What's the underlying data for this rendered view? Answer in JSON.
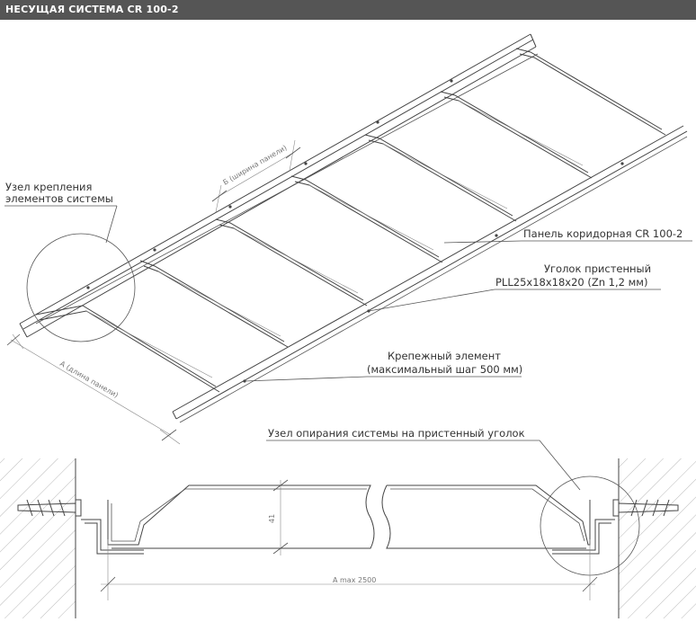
{
  "header": {
    "title": "НЕСУЩАЯ СИСТЕМА CR 100-2"
  },
  "callouts": {
    "node_line1": "Узел крепления",
    "node_line2": "элементов системы",
    "panel": "Панель коридорная CR 100-2",
    "angle_line1": "Уголок пристенный",
    "angle_line2": "PLL25x18x18x20 (Zn 1,2 мм)",
    "fastener_line1": "Крепежный элемент",
    "fastener_line2": "(максимальный шаг 500 мм)",
    "support_node": "Узел опирания системы на пристенный уголок"
  },
  "dimensions": {
    "width_label": "Б (ширина панели)",
    "length_label": "А (длина панели)",
    "height_label": "41",
    "max_length_label": "A max 2500"
  },
  "colors": {
    "header_bg": "#555555",
    "header_text": "#ffffff",
    "line": "#444444",
    "text": "#333333"
  }
}
